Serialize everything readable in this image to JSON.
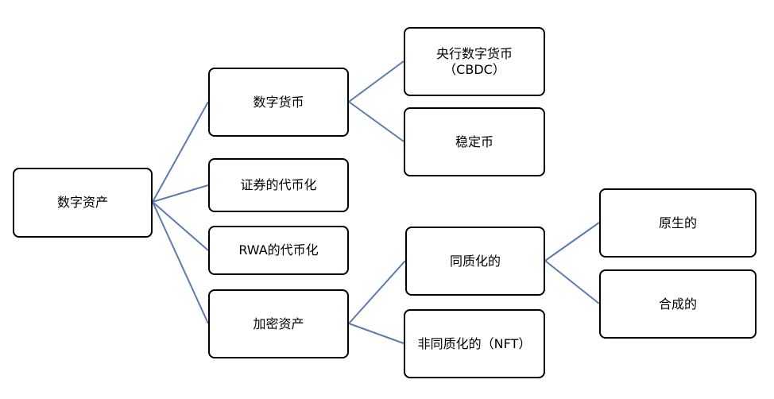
{
  "diagram": {
    "line_color": "#5b7bb0",
    "root": "数字资产",
    "level1": {
      "digital_currency": "数字货币",
      "securities_tokenization": "证券的代币化",
      "rwa_tokenization": "RWA的代币化",
      "crypto_assets": "加密资产"
    },
    "level2": {
      "cbdc_line1": "央行数字货币",
      "cbdc_line2": "（CBDC）",
      "stablecoin": "稳定币",
      "fungible": "同质化的",
      "nft": "非同质化的（NFT）"
    },
    "level3": {
      "native": "原生的",
      "synthetic": "合成的"
    }
  }
}
